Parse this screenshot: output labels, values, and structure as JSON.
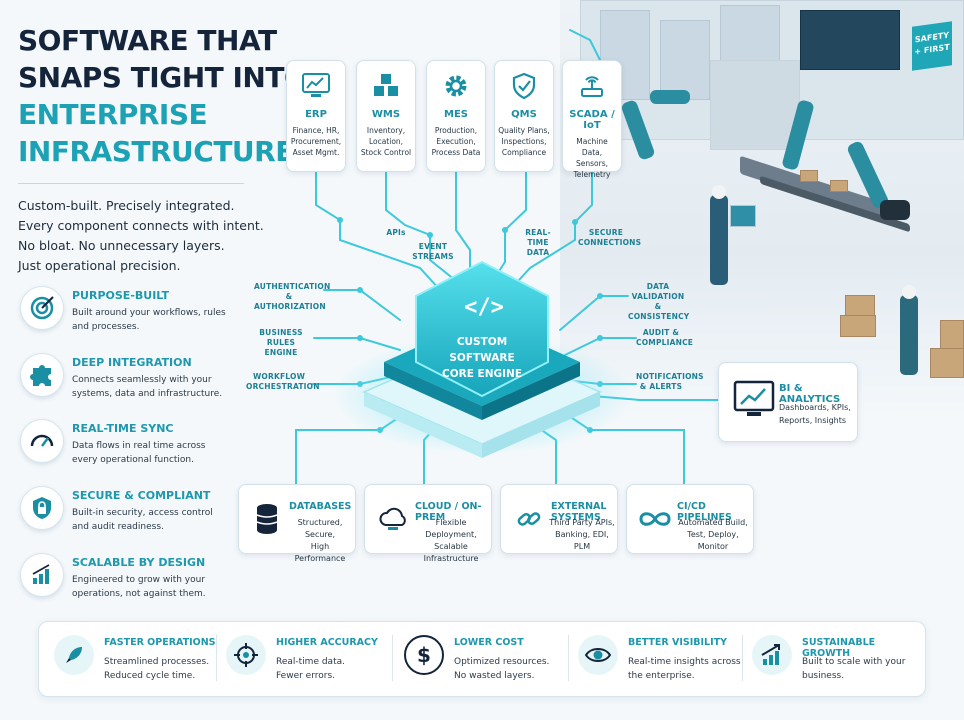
{
  "headline": {
    "line1": "SOFTWARE THAT",
    "line2": "SNAPS TIGHT INTO",
    "line3": "ENTERPRISE",
    "line4": "INFRASTRUCTURE"
  },
  "intro": [
    "Custom-built. Precisely integrated.",
    "Every component connects with intent.",
    "No bloat. No unnecessary layers.",
    "Just operational precision."
  ],
  "features": [
    {
      "title": "PURPOSE-BUILT",
      "desc": "Built around your workflows, rules and processes.",
      "icon": "target-icon"
    },
    {
      "title": "DEEP INTEGRATION",
      "desc": "Connects seamlessly with your systems, data and infrastructure.",
      "icon": "puzzle-icon"
    },
    {
      "title": "REAL-TIME SYNC",
      "desc": "Data flows in real time across every operational function.",
      "icon": "gauge-icon"
    },
    {
      "title": "SECURE & COMPLIANT",
      "desc": "Built-in security, access control and audit readiness.",
      "icon": "shield-lock-icon"
    },
    {
      "title": "SCALABLE BY DESIGN",
      "desc": "Engineered to grow with your operations, not against them.",
      "icon": "bar-growth-icon"
    }
  ],
  "systems": [
    {
      "name": "ERP",
      "desc": "Finance, HR, Procurement, Asset Mgmt.",
      "icon": "chart-monitor-icon"
    },
    {
      "name": "WMS",
      "desc": "Inventory, Location, Stock Control",
      "icon": "boxes-icon"
    },
    {
      "name": "MES",
      "desc": "Production, Execution, Process Data",
      "icon": "gear-icon"
    },
    {
      "name": "QMS",
      "desc": "Quality Plans, Inspections, Compliance",
      "icon": "shield-check-icon"
    },
    {
      "name": "SCADA / IoT",
      "desc": "Machine Data, Sensors, Telemetry",
      "icon": "router-icon"
    }
  ],
  "labels": {
    "apis": "APIs",
    "event_streams": "EVENT STREAMS",
    "realtime_data": "REAL-TIME DATA",
    "secure_connections": "SECURE CONNECTIONS",
    "auth": "AUTHENTICATION & AUTHORIZATION",
    "rules": "BUSINESS RULES ENGINE",
    "workflow": "WORKFLOW ORCHESTRATION",
    "validation": "DATA VALIDATION & CONSISTENCY",
    "audit": "AUDIT & COMPLIANCE",
    "notifications": "NOTIFICATIONS & ALERTS"
  },
  "core": {
    "symbol": "</>",
    "line1": "CUSTOM SOFTWARE",
    "line2": "CORE ENGINE"
  },
  "bi": {
    "title": "BI & ANALYTICS",
    "line1": "Dashboards, KPIs,",
    "line2": "Reports, Insights"
  },
  "bottom_cards": [
    {
      "title": "DATABASES",
      "line1": "Structured, Secure,",
      "line2": "High Performance",
      "icon": "database-icon"
    },
    {
      "title": "CLOUD / ON-PREM",
      "line1": "Flexible Deployment,",
      "line2": "Scalable Infrastructure",
      "icon": "cloud-icon"
    },
    {
      "title": "EXTERNAL SYSTEMS",
      "line1": "Third Party APIs,",
      "line2": "Banking, EDI, PLM",
      "icon": "link-icon"
    },
    {
      "title": "CI/CD PIPELINES",
      "line1": "Automated Build,",
      "line2": "Test, Deploy, Monitor",
      "icon": "infinity-icon"
    }
  ],
  "benefits": [
    {
      "title": "FASTER OPERATIONS",
      "line1": "Streamlined processes.",
      "line2": "Reduced cycle time.",
      "icon": "rocket-icon"
    },
    {
      "title": "HIGHER ACCURACY",
      "line1": "Real-time data.",
      "line2": "Fewer errors.",
      "icon": "crosshair-icon"
    },
    {
      "title": "LOWER COST",
      "line1": "Optimized resources.",
      "line2": "No wasted layers.",
      "icon": "dollar-icon"
    },
    {
      "title": "BETTER VISIBILITY",
      "line1": "Real-time insights across",
      "line2": "the enterprise.",
      "icon": "eye-icon"
    },
    {
      "title": "SUSTAINABLE GROWTH",
      "line1": "Built to scale with your",
      "line2": "business.",
      "icon": "growth-icon"
    }
  ],
  "safety_sign": {
    "line1": "SAFETY",
    "line2": "FIRST"
  },
  "colors": {
    "accent": "#1da1b4",
    "navy": "#14243a",
    "glow": "#22c6d8"
  }
}
